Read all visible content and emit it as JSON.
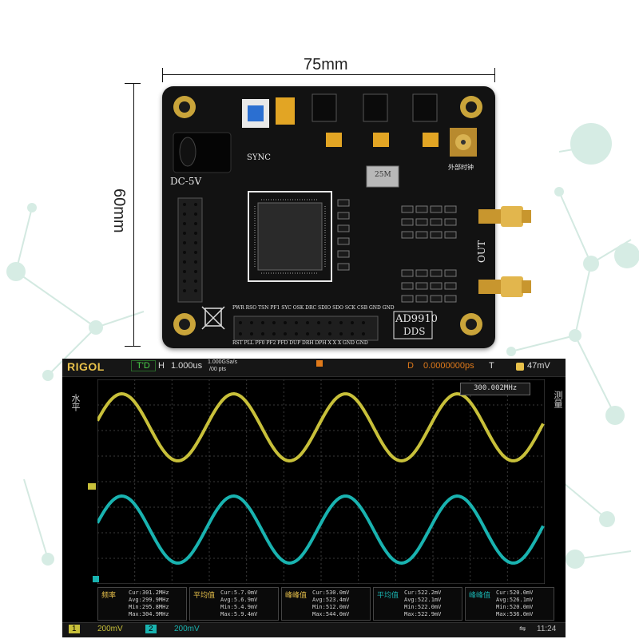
{
  "dimensions": {
    "width_label": "75mm",
    "height_label": "60mm"
  },
  "board": {
    "power_label": "DC-5V",
    "sync_label": "SYNC",
    "chip_name": "AD9910",
    "chip_sub": "DDS",
    "out_label": "OUT",
    "ext_clock_label": "外部时钟",
    "header_top_labels": "PWR RSO TSN PF1 SYC OSK DRC SDIO SDO SCK CSB GND GND",
    "header_bottom_labels": "RST PLL PF0 PF2 PFD DUP DRH DPH X X X GND GND",
    "crystal_label": "25M"
  },
  "scope": {
    "brand": "RIGOL",
    "mode": "T'D",
    "timebase_label": "H",
    "timebase_value": "1.000us",
    "sample_rate": "1.000GSa/s",
    "mem_depth": "/00 pts",
    "trigger_label": "D",
    "trigger_delay": "0.0000000ps",
    "trigger_type": "T",
    "trigger_level": "47mV",
    "cursor_readout": "300.002MHz",
    "left_side": "水平",
    "right_side": "测量",
    "measurements": [
      {
        "title": "频率",
        "lines": [
          "Cur:301.2MHz",
          "Avg:299.9MHz",
          "Min:295.8MHz",
          "Max:304.9MHz"
        ]
      },
      {
        "title": "平均值",
        "lines": [
          "Cur:5.7.0mV",
          "Avg:5.6.9mV",
          "Min:5.4.9mV",
          "Max:5.9.4mV"
        ]
      },
      {
        "title": "峰峰值",
        "lines": [
          "Cur:530.0mV",
          "Avg:523.4mV",
          "Min:512.0mV",
          "Max:544.0mV"
        ]
      },
      {
        "title": "平均值",
        "lines": [
          "Cur:522.2mV",
          "Avg:522.1mV",
          "Min:522.0mV",
          "Max:522.9mV"
        ]
      },
      {
        "title": "峰峰值",
        "lines": [
          "Cur:520.0mV",
          "Avg:526.1mV",
          "Min:520.0mV",
          "Max:536.0mV"
        ]
      }
    ],
    "ch1_label": "1",
    "ch1_scale": "200mV",
    "ch2_label": "2",
    "ch2_scale": "200mV",
    "clock": "11:24",
    "colors": {
      "ch1": "#c8c03a",
      "ch2": "#19b3b0",
      "grid": "#3a3a3a",
      "accent": "#e8c14a"
    }
  }
}
